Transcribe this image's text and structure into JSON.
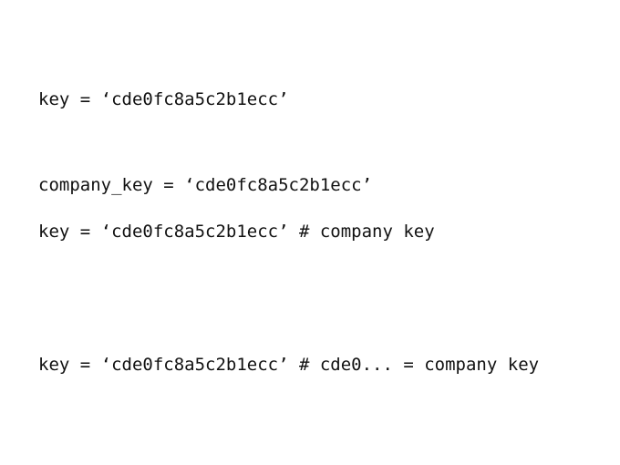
{
  "slide": {
    "lines": [
      "key = ‘cde0fc8a5c2b1ecc’",
      "company_key = ‘cde0fc8a5c2b1ecc’",
      "key = ‘cde0fc8a5c2b1ecc’ # company key",
      "key = ‘cde0fc8a5c2b1ecc’ # cde0... = company key"
    ]
  }
}
